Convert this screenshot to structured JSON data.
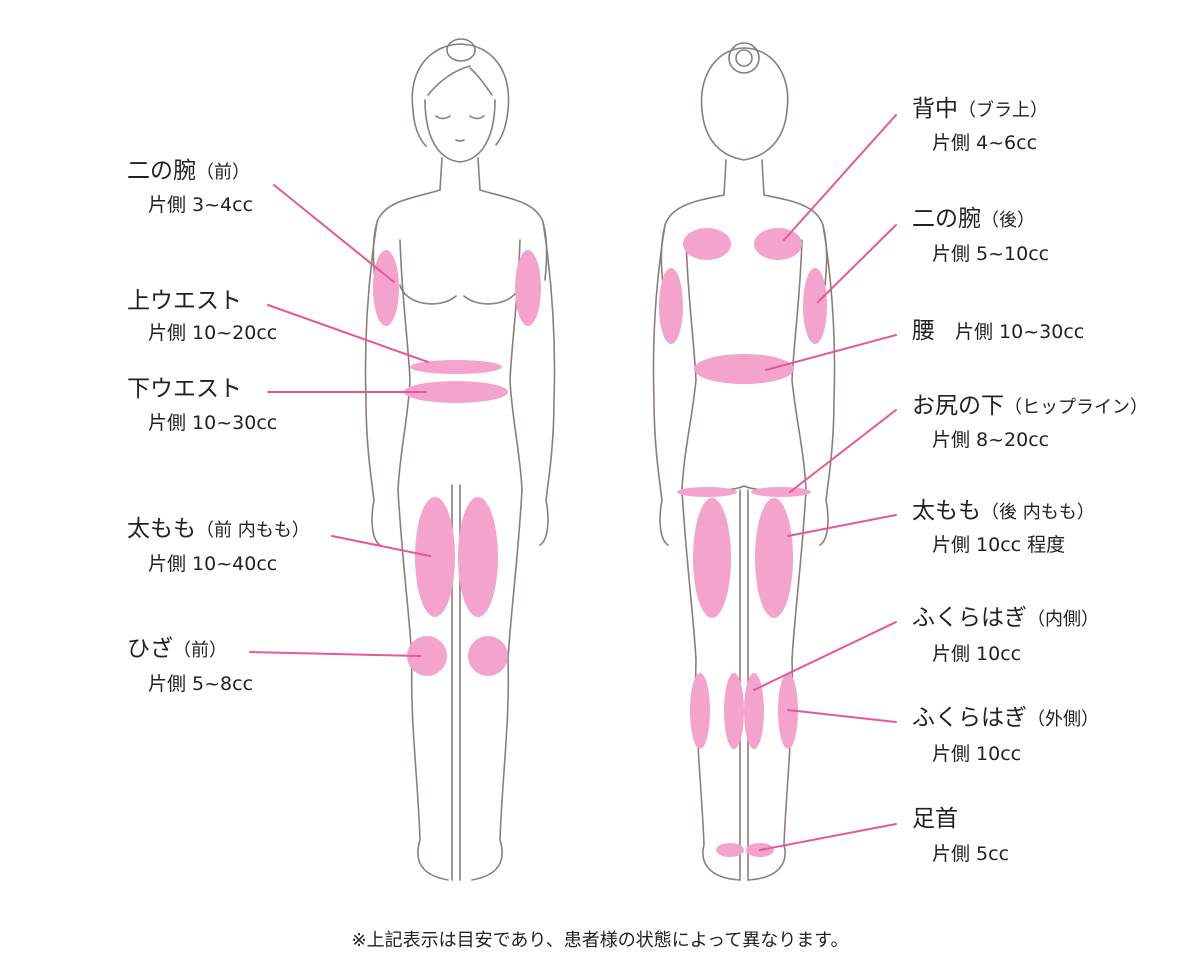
{
  "front_labels": [
    {
      "title": "二の腕",
      "sub": "（前）",
      "detail": "片側 3~4cc"
    },
    {
      "title": "上ウエスト",
      "sub": "",
      "detail": "片側 10~20cc"
    },
    {
      "title": "下ウエスト",
      "sub": "",
      "detail": "片側 10~30cc"
    },
    {
      "title": "太もも",
      "sub": "（前 内もも）",
      "detail": "片側 10~40cc"
    },
    {
      "title": "ひざ",
      "sub": "（前）",
      "detail": "片側 5~8cc"
    }
  ],
  "back_labels": [
    {
      "title": "背中",
      "sub": "（ブラ上）",
      "detail": "片側 4~6cc"
    },
    {
      "title": "二の腕",
      "sub": "（後）",
      "detail": "片側 5~10cc"
    },
    {
      "title": "腰",
      "sub": "",
      "detail": "片側 10~30cc"
    },
    {
      "title": "お尻の下",
      "sub": "（ヒップライン）",
      "detail": "片側 8~20cc"
    },
    {
      "title": "太もも",
      "sub": "（後 内もも）",
      "detail": "片側 10cc 程度"
    },
    {
      "title": "ふくらはぎ",
      "sub": "（内側）",
      "detail": "片側 10cc"
    },
    {
      "title": "ふくらはぎ",
      "sub": "（外側）",
      "detail": "片側 10cc"
    },
    {
      "title": "足首",
      "sub": "",
      "detail": "片側 5cc"
    }
  ],
  "footnote": "※上記表示は目安であり、患者様の状態によって異なります。",
  "colors": {
    "highlight": "#f4a3cd",
    "leader": "#e8569a",
    "outline": "#8a7f77",
    "text": "#222222"
  }
}
